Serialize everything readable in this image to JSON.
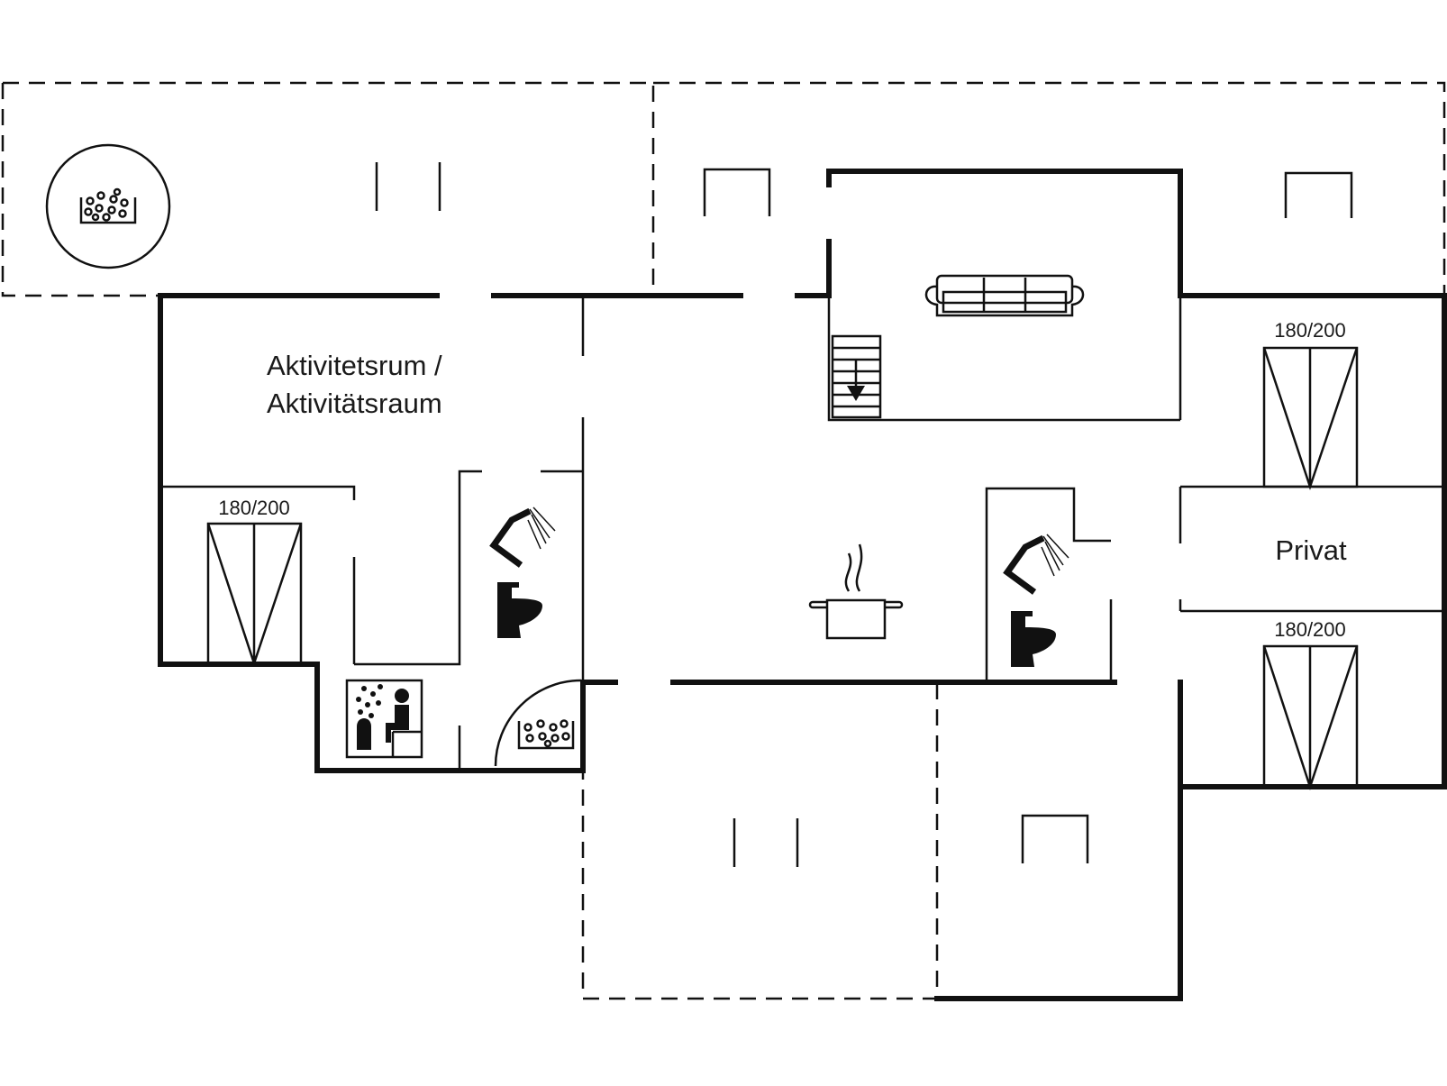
{
  "rooms": {
    "activity_room_line1": "Aktivitetsrum /",
    "activity_room_line2": "Aktivitätsraum",
    "private_room": "Privat"
  },
  "beds": [
    {
      "label": "180/200"
    },
    {
      "label": "180/200"
    },
    {
      "label": "180/200"
    }
  ],
  "icons": {
    "hot_tub_outdoor": "hot-tub-icon",
    "hot_tub_indoor": "hot-tub-icon",
    "sofa": "sofa-icon",
    "stairs_down": "stairs-icon",
    "kitchen": "cooking-pot-icon",
    "shower": "shower-icon",
    "toilet": "toilet-icon",
    "sauna": "sauna-icon",
    "chair": "chair-icon"
  },
  "colors": {
    "line": "#111111",
    "background": "#ffffff"
  }
}
